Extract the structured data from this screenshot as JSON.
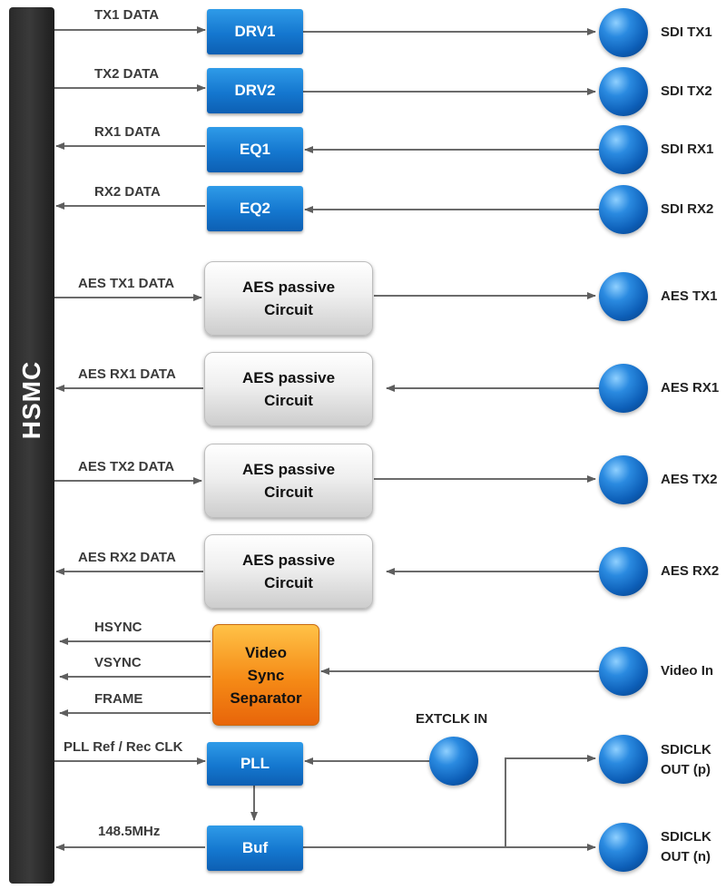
{
  "hsmc": {
    "label": "HSMC"
  },
  "blocks": {
    "drv1": "DRV1",
    "drv2": "DRV2",
    "eq1": "EQ1",
    "eq2": "EQ2",
    "aes_line1": "AES passive",
    "aes_line2": "Circuit",
    "vss_line1": "Video",
    "vss_line2": "Sync",
    "vss_line3": "Separator",
    "pll": "PLL",
    "buf": "Buf"
  },
  "signals": {
    "tx1_data": "TX1 DATA",
    "tx2_data": "TX2 DATA",
    "rx1_data": "RX1 DATA",
    "rx2_data": "RX2 DATA",
    "aes_tx1_data": "AES TX1 DATA",
    "aes_rx1_data": "AES RX1 DATA",
    "aes_tx2_data": "AES TX2 DATA",
    "aes_rx2_data": "AES RX2 DATA",
    "hsync": "HSYNC",
    "vsync": "VSYNC",
    "frame": "FRAME",
    "pll_ref": "PLL Ref / Rec CLK",
    "freq": "148.5MHz"
  },
  "ports": {
    "sdi_tx1": "SDI TX1",
    "sdi_tx2": "SDI TX2",
    "sdi_rx1": "SDI RX1",
    "sdi_rx2": "SDI RX2",
    "aes_tx1": "AES TX1",
    "aes_rx1": "AES RX1",
    "aes_tx2": "AES TX2",
    "aes_rx2": "AES RX2",
    "video_in": "Video In",
    "extclk_in": "EXTCLK IN",
    "sdiclk_p_line1": "SDICLK",
    "sdiclk_p_line2": "OUT (p)",
    "sdiclk_n_line1": "SDICLK",
    "sdiclk_n_line2": "OUT (n)"
  },
  "colors": {
    "wire": "#6b6b6b",
    "blue_block": "#1477cf",
    "orange_block": "#f58a16",
    "gray_block": "#e6e6e6",
    "connector": "#0d5fb8",
    "hsmc_bar": "#2f2f2f"
  }
}
